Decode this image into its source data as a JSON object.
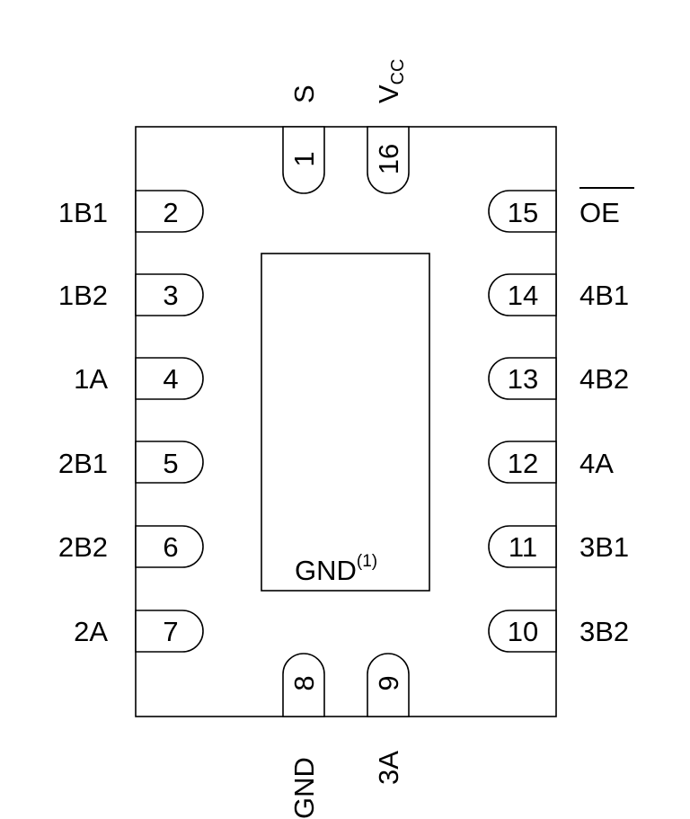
{
  "diagram": {
    "exposed_pad_label": "GND",
    "exposed_pad_note": "(1)",
    "left_pins": [
      {
        "number": "2",
        "label": "1B1"
      },
      {
        "number": "3",
        "label": "1B2"
      },
      {
        "number": "4",
        "label": "1A"
      },
      {
        "number": "5",
        "label": "2B1"
      },
      {
        "number": "6",
        "label": "2B2"
      },
      {
        "number": "7",
        "label": "2A"
      }
    ],
    "right_pins": [
      {
        "number": "15",
        "label": "OE",
        "overline": true
      },
      {
        "number": "14",
        "label": "4B1"
      },
      {
        "number": "13",
        "label": "4B2"
      },
      {
        "number": "12",
        "label": "4A"
      },
      {
        "number": "11",
        "label": "3B1"
      },
      {
        "number": "10",
        "label": "3B2"
      }
    ],
    "top_pins": [
      {
        "number": "1",
        "label": "S"
      },
      {
        "number": "16",
        "label": "V",
        "label_sub": "CC"
      }
    ],
    "bottom_pins": [
      {
        "number": "8",
        "label": "GND"
      },
      {
        "number": "9",
        "label": "3A"
      }
    ]
  }
}
